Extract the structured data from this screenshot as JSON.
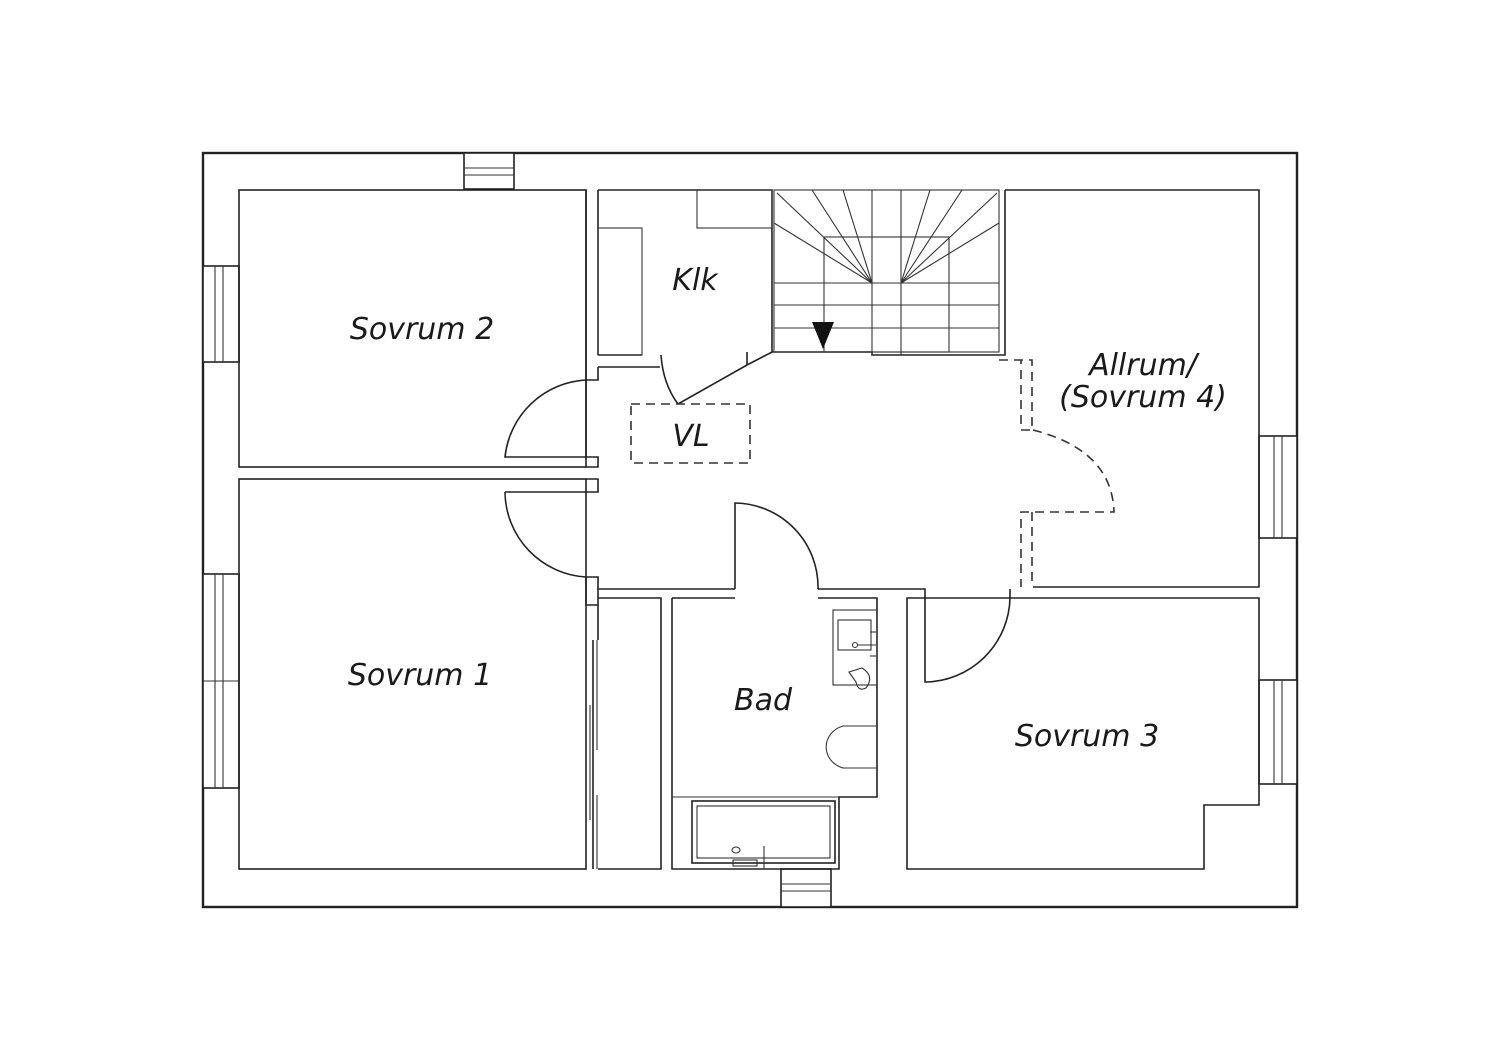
{
  "colors": {
    "line": "#222222",
    "background": "#ffffff"
  },
  "rooms": {
    "sovrum2": "Sovrum 2",
    "klk": "Klk",
    "vl": "VL",
    "allrum_line1": "Allrum/",
    "allrum_line2": "(Sovrum 4)",
    "sovrum1": "Sovrum 1",
    "bad": "Bad",
    "sovrum3": "Sovrum 3"
  },
  "icons": [
    "stair-arrow-icon",
    "sink-icon",
    "toilet-icon",
    "bathtub-icon"
  ]
}
